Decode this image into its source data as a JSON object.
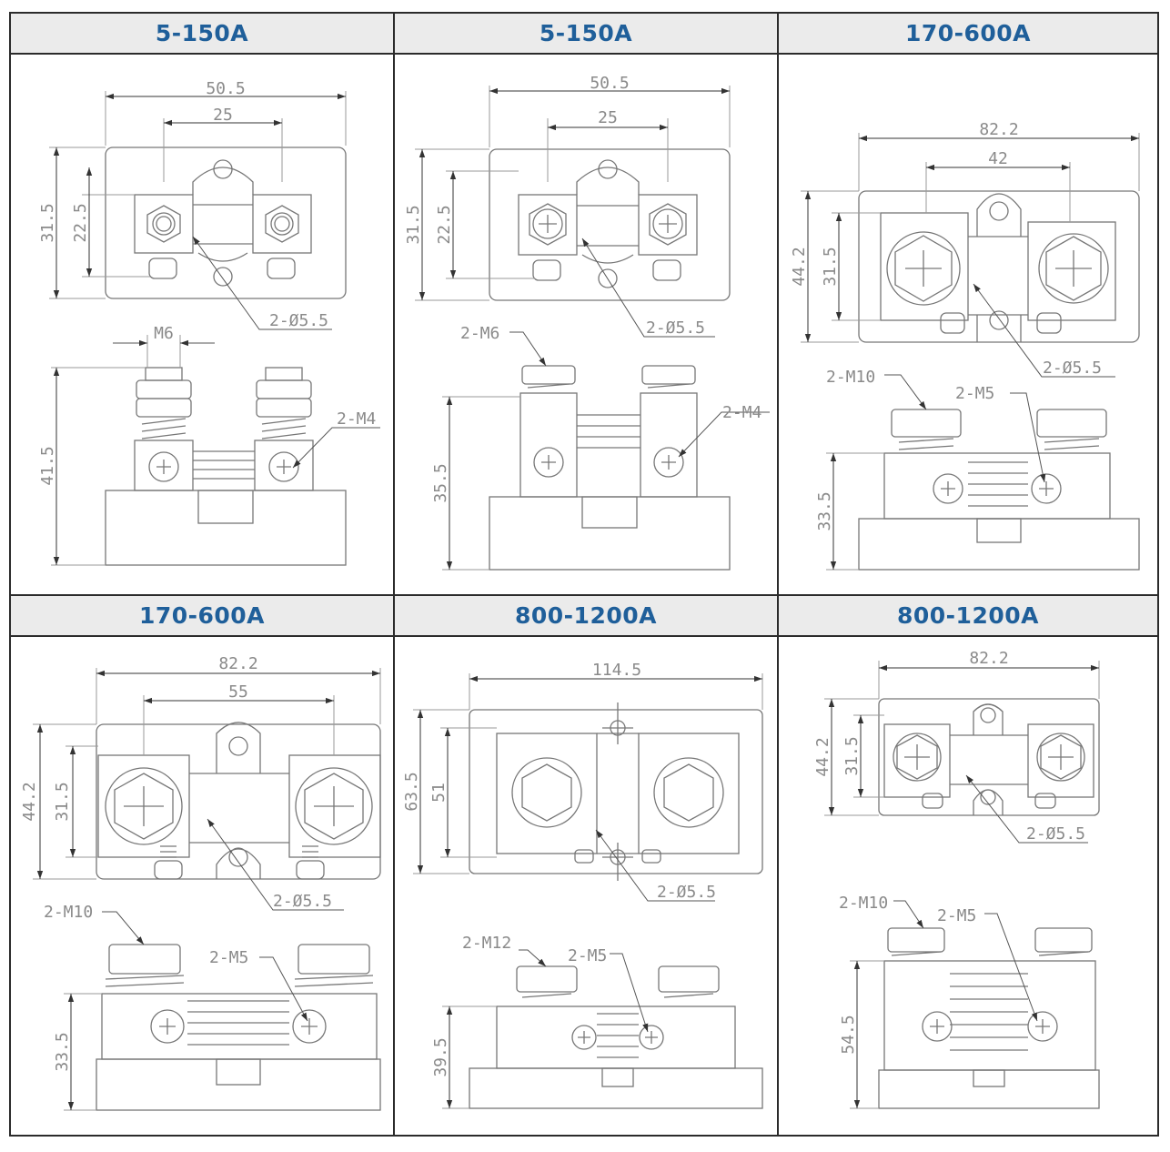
{
  "accent_color": "#1f5f9a",
  "panels": [
    {
      "title": "5-150A",
      "dims": {
        "total_width": "50.5",
        "hole_spacing": "25",
        "total_height": "31.5",
        "terminal_height": "22.5",
        "hole_label": "2-Ø5.5",
        "stud_label": "M6",
        "screw_label": "2-M4",
        "side_height": "41.5"
      }
    },
    {
      "title": "5-150A",
      "dims": {
        "total_width": "50.5",
        "hole_spacing": "25",
        "total_height": "31.5",
        "terminal_height": "22.5",
        "hole_label": "2-Ø5.5",
        "stud_label": "2-M6",
        "screw_label": "2-M4",
        "side_height": "35.5"
      }
    },
    {
      "title": "170-600A",
      "dims": {
        "total_width": "82.2",
        "hole_spacing": "42",
        "total_height": "44.2",
        "terminal_height": "31.5",
        "hole_label": "2-Ø5.5",
        "stud_label": "2-M10",
        "screw_label": "2-M5",
        "side_height": "33.5"
      }
    },
    {
      "title": "170-600A",
      "dims": {
        "total_width": "82.2",
        "hole_spacing": "55",
        "total_height": "44.2",
        "terminal_height": "31.5",
        "hole_label": "2-Ø5.5",
        "stud_label": "2-M10",
        "screw_label": "2-M5",
        "side_height": "33.5"
      }
    },
    {
      "title": "800-1200A",
      "dims": {
        "total_width": "114.5",
        "total_height": "63.5",
        "terminal_height": "51",
        "hole_label": "2-Ø5.5",
        "stud_label": "2-M12",
        "screw_label": "2-M5",
        "side_height": "39.5"
      }
    },
    {
      "title": "800-1200A",
      "dims": {
        "total_width": "82.2",
        "total_height": "44.2",
        "terminal_height": "31.5",
        "hole_label": "2-Ø5.5",
        "stud_label": "2-M10",
        "screw_label": "2-M5",
        "side_height": "54.5"
      }
    }
  ]
}
